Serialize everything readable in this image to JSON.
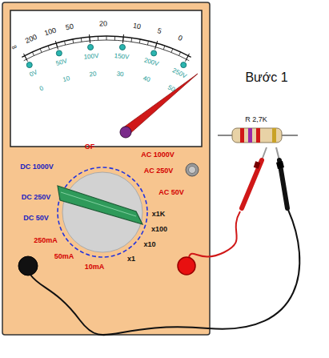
{
  "diagram": {
    "title": "Bước 1",
    "labels": [
      "∞",
      "200",
      "100",
      "50",
      "20",
      "10",
      "5",
      "0",
      "0V",
      "50V",
      "100V",
      "150V",
      "200V",
      "250V",
      "0",
      "10",
      "20",
      "30",
      "40",
      "50",
      "R 2,7K",
      "OF",
      "AC 1000V",
      "AC 250V",
      "AC 50V",
      "DC 1000V",
      "DC 250V",
      "DC 50V",
      "250mA",
      "50mA",
      "10mA",
      "x1",
      "x10",
      "x100",
      "x1K"
    ]
  }
}
